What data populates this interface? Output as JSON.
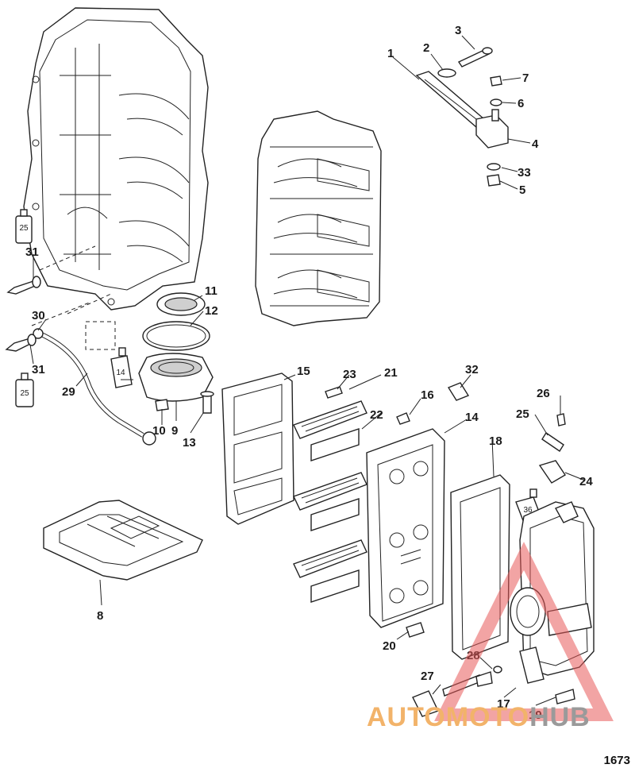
{
  "diagram": {
    "reference_number": "1673",
    "callouts": [
      "1",
      "2",
      "3",
      "4",
      "5",
      "6",
      "7",
      "8",
      "9",
      "10",
      "11",
      "12",
      "13",
      "14",
      "15",
      "16",
      "17",
      "18",
      "19",
      "20",
      "21",
      "22",
      "23",
      "24",
      "25",
      "26",
      "27",
      "28",
      "29",
      "30",
      "31",
      "31",
      "32",
      "33"
    ],
    "tube_labels": [
      "25",
      "25",
      "14",
      "36"
    ]
  },
  "watermark": {
    "part_a": "AUTOMOTO",
    "part_b": "HUB",
    "color_a": "#f2b36a",
    "color_b": "#9a9a9a",
    "triangle_color": "#e85a5a"
  }
}
